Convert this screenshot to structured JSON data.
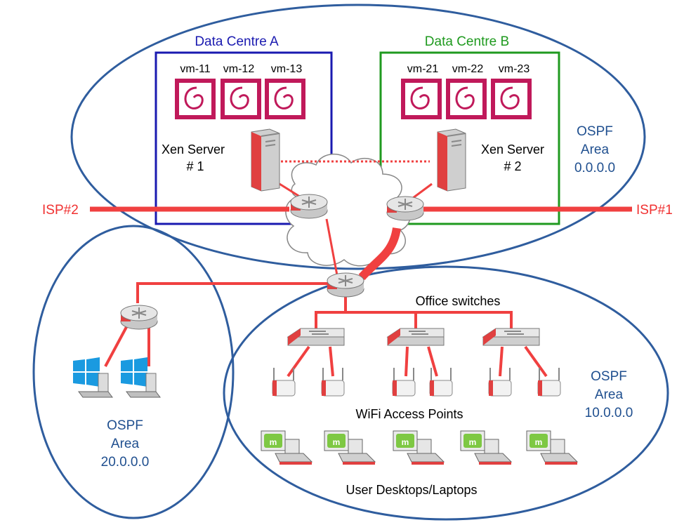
{
  "dc_a": {
    "title": "Data Centre A",
    "vms": [
      "vm-11",
      "vm-12",
      "vm-13"
    ],
    "server_line1": "Xen Server",
    "server_line2": "# 1"
  },
  "dc_b": {
    "title": "Data Centre B",
    "vms": [
      "vm-21",
      "vm-22",
      "vm-23"
    ],
    "server_line1": "Xen Server",
    "server_line2": "# 2"
  },
  "isp_left": "ISP#2",
  "isp_right": "ISP#1",
  "area0": {
    "line1": "OSPF",
    "line2": "Area",
    "line3": "0.0.0.0"
  },
  "area10": {
    "line1": "OSPF",
    "line2": "Area",
    "line3": "10.0.0.0"
  },
  "area20": {
    "line1": "OSPF",
    "line2": "Area",
    "line3": "20.0.0.0"
  },
  "office_switches": "Office switches",
  "wifi_aps": "WiFi Access Points",
  "user_devices": "User Desktops/Laptops",
  "colors": {
    "ellipse": "#2f5d9e",
    "dc_a": "#1a1ab0",
    "dc_b": "#1f9a1f",
    "link": "#f04040",
    "area_text": "#1f4f8f",
    "isp_text": "#f03030",
    "debian": "#c0195a"
  },
  "icons": {
    "vm": "debian-logo-icon",
    "server": "tower-server-icon",
    "router": "router-icon",
    "switch": "network-switch-icon",
    "ap": "wifi-access-point-icon",
    "windows_pc": "windows-desktop-icon",
    "mint_pc": "linux-mint-laptop-icon",
    "cloud": "cloud-icon"
  }
}
